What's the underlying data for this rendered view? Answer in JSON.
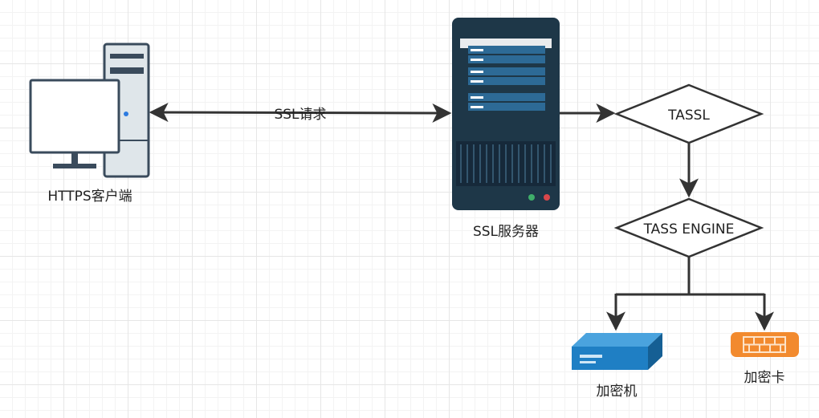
{
  "colors": {
    "line": "#333333",
    "server_body": "#1e3748",
    "server_slot": "#2d6a96",
    "hsm_blue": "#1f7fc4",
    "card_orange": "#f28a2e"
  },
  "nodes": {
    "client": {
      "label": "HTTPS客户端",
      "icon": "desktop-computer-icon"
    },
    "server": {
      "label": "SSL服务器",
      "icon": "server-rack-icon"
    },
    "tassl": {
      "label": "TASSL",
      "shape": "diamond"
    },
    "engine": {
      "label": "TASS ENGINE",
      "shape": "diamond"
    },
    "hsm": {
      "label": "加密机",
      "icon": "hardware-security-module-icon"
    },
    "card": {
      "label": "加密卡",
      "icon": "encryption-card-icon"
    }
  },
  "edges": {
    "client_server": {
      "label": "SSL请求",
      "direction": "bidirectional"
    }
  }
}
